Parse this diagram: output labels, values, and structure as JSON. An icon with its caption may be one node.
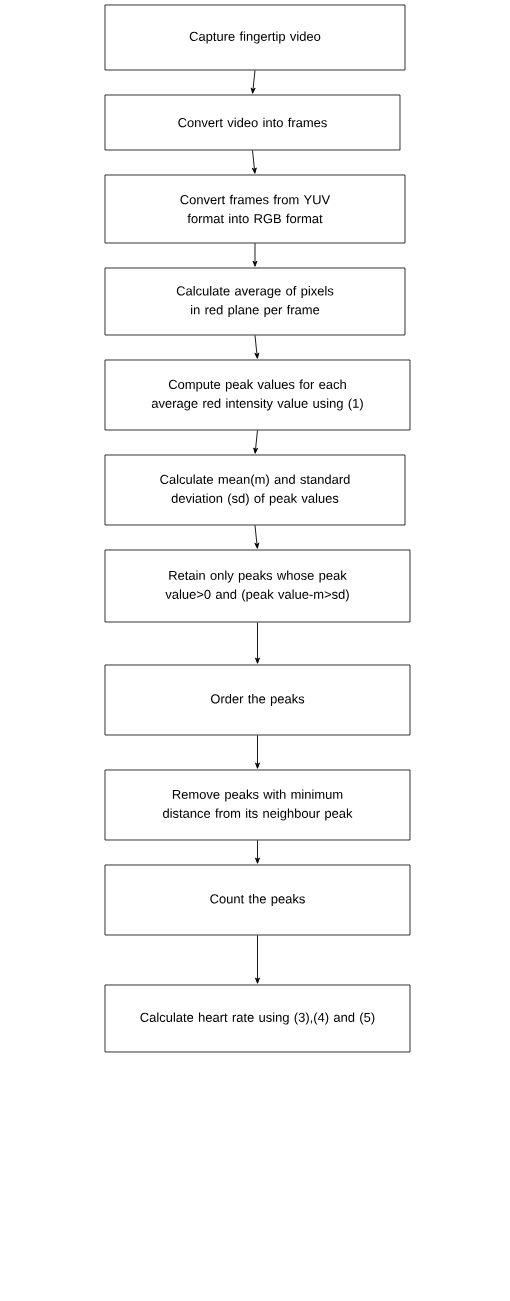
{
  "diagram": {
    "nodes": [
      {
        "text": [
          "Capture fingertip video"
        ]
      },
      {
        "text": [
          "Convert video into frames"
        ]
      },
      {
        "text": [
          "Convert frames from YUV format into RGB format"
        ]
      },
      {
        "text": [
          "Calculate average of pixels in red plane per frame"
        ]
      },
      {
        "text": [
          "Compute peak values for each average red intensity value using (1)"
        ]
      },
      {
        "text": [
          "Calculate mean(m) and standard deviation (sd) of peak values"
        ]
      },
      {
        "text": [
          "Retain only peaks whose peak value>0 and (peak value-m>sd)"
        ]
      },
      {
        "text": [
          "Order the peaks"
        ]
      },
      {
        "text": [
          "Remove peaks with minimum distance from its neighbour peak"
        ]
      },
      {
        "text": [
          "Count the peaks"
        ]
      },
      {
        "text": [
          "Calculate heart rate using (3),(4) and (5)"
        ]
      }
    ],
    "edges": [
      {
        "from": 0,
        "to": 1,
        "arrow": "to"
      },
      {
        "from": 1,
        "to": 2,
        "arrow": "to"
      },
      {
        "from": 2,
        "to": 3,
        "arrow": "to"
      },
      {
        "from": 3,
        "to": 4,
        "arrow": "to"
      },
      {
        "from": 4,
        "to": 5,
        "arrow": "to"
      },
      {
        "from": 5,
        "to": 6,
        "arrow": "to"
      },
      {
        "from": 6,
        "to": 7,
        "arrow": "to"
      },
      {
        "from": 7,
        "to": 8,
        "arrow": "to"
      },
      {
        "from": 8,
        "to": 9,
        "arrow": "to"
      },
      {
        "from": 9,
        "to": 10,
        "arrow": "to"
      }
    ]
  }
}
